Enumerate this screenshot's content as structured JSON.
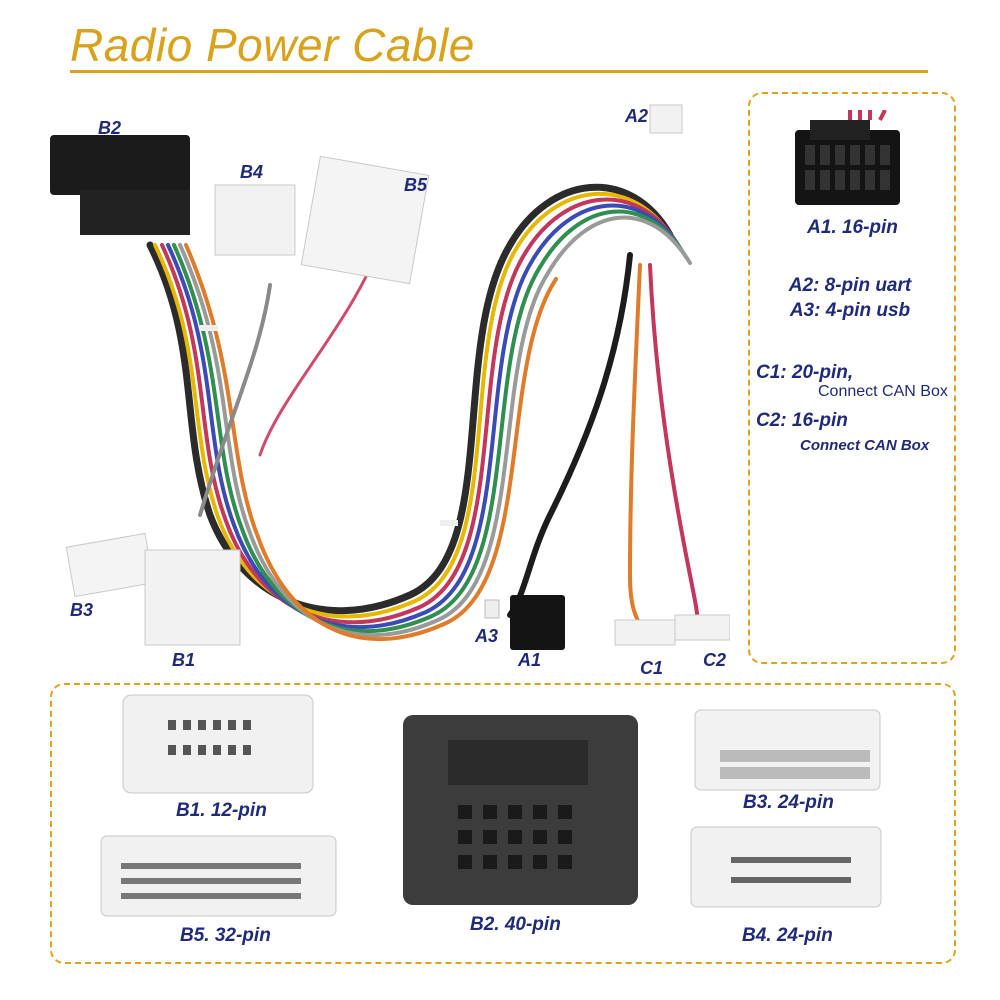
{
  "title": "Radio Power Cable",
  "harness_labels": {
    "b2": "B2",
    "b4": "B4",
    "b5": "B5",
    "b3": "B3",
    "b1": "B1",
    "a2": "A2",
    "a3": "A3",
    "a1": "A1",
    "c1": "C1",
    "c2": "C2"
  },
  "specs": {
    "a1": "A1. 16-pin",
    "a2": "A2: 8-pin uart",
    "a3": "A3: 4-pin usb",
    "c1_head": "C1: 20-pin,",
    "c1_sub": "Connect CAN Box",
    "c2_head": "C2: 16-pin",
    "c2_sub": "Connect CAN Box"
  },
  "connectors": {
    "b1": "B1. 12-pin",
    "b5": "B5. 32-pin",
    "b2": "B2. 40-pin",
    "b3": "B3. 24-pin",
    "b4": "B4. 24-pin"
  },
  "colors": {
    "accent": "#e0a315",
    "label": "#1f2a7a"
  }
}
